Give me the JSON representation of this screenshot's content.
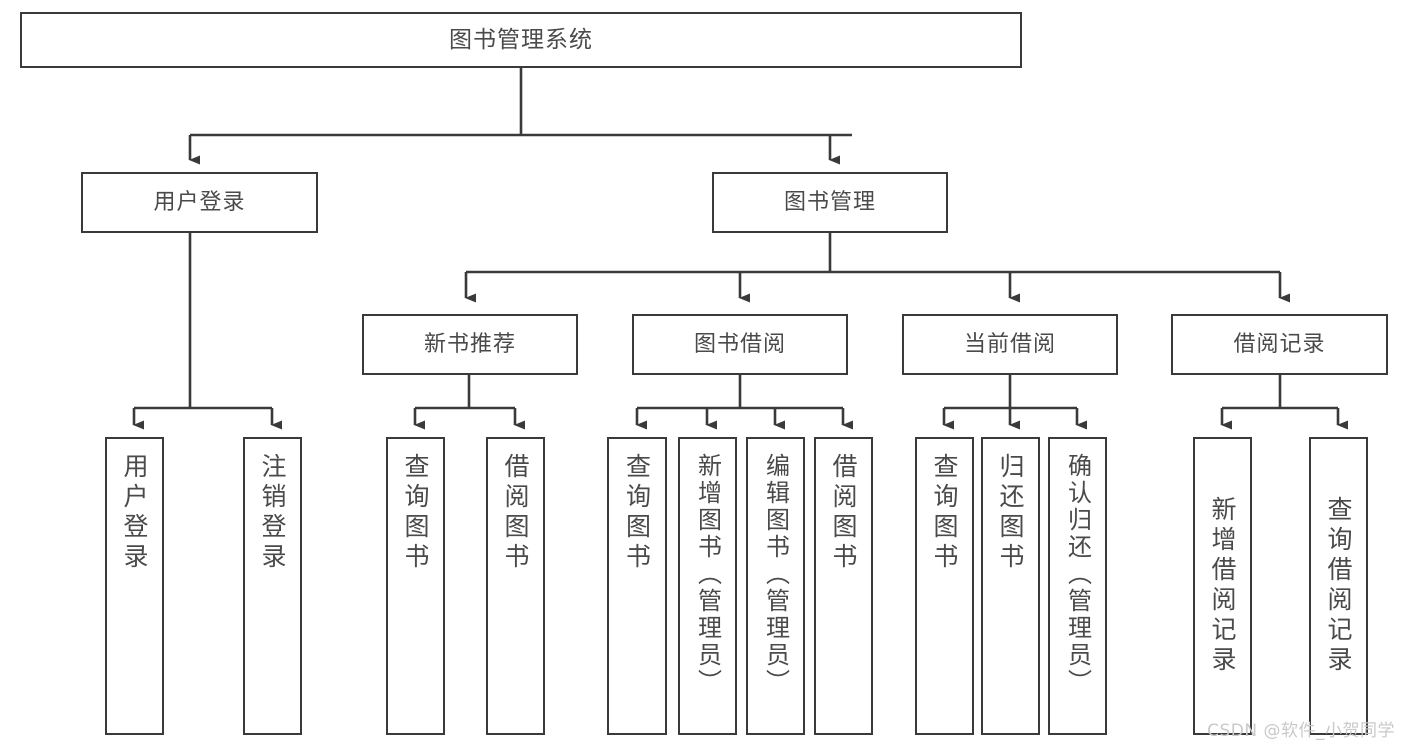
{
  "diagram": {
    "type": "tree",
    "title": "图书管理系统",
    "watermark": "CSDN @软件_小贺同学",
    "stroke_color": "#3a3a3a",
    "text_color": "#4a4a4a",
    "background": "#ffffff",
    "nodes": {
      "root": {
        "label": "图书管理系统"
      },
      "level2": [
        {
          "id": "user-login",
          "label": "用户登录"
        },
        {
          "id": "book-manage",
          "label": "图书管理"
        }
      ],
      "level3": [
        {
          "id": "new-book-recommend",
          "label": "新书推荐"
        },
        {
          "id": "book-borrow",
          "label": "图书借阅"
        },
        {
          "id": "current-borrow",
          "label": "当前借阅"
        },
        {
          "id": "borrow-record",
          "label": "借阅记录"
        }
      ],
      "leaves": {
        "user_login": [
          {
            "id": "leaf-user-login",
            "label": "用户登录"
          },
          {
            "id": "leaf-logout-login",
            "label": "注销登录"
          }
        ],
        "new_book_recommend": [
          {
            "id": "leaf-query-book-1",
            "label": "查询图书"
          },
          {
            "id": "leaf-borrow-book-1",
            "label": "借阅图书"
          }
        ],
        "book_borrow": [
          {
            "id": "leaf-query-book-2",
            "label": "查询图书"
          },
          {
            "id": "leaf-add-book",
            "label": "新增图书（管理员）"
          },
          {
            "id": "leaf-edit-book",
            "label": "编辑图书（管理员）"
          },
          {
            "id": "leaf-borrow-book-2",
            "label": "借阅图书"
          }
        ],
        "current_borrow": [
          {
            "id": "leaf-query-book-3",
            "label": "查询图书"
          },
          {
            "id": "leaf-return-book",
            "label": "归还图书"
          },
          {
            "id": "leaf-confirm-return",
            "label": "确认归还（管理员）"
          }
        ],
        "borrow_record": [
          {
            "id": "leaf-add-borrow-record",
            "label": "新增借阅记录"
          },
          {
            "id": "leaf-query-borrow-record",
            "label": "查询借阅记录"
          }
        ]
      }
    }
  }
}
